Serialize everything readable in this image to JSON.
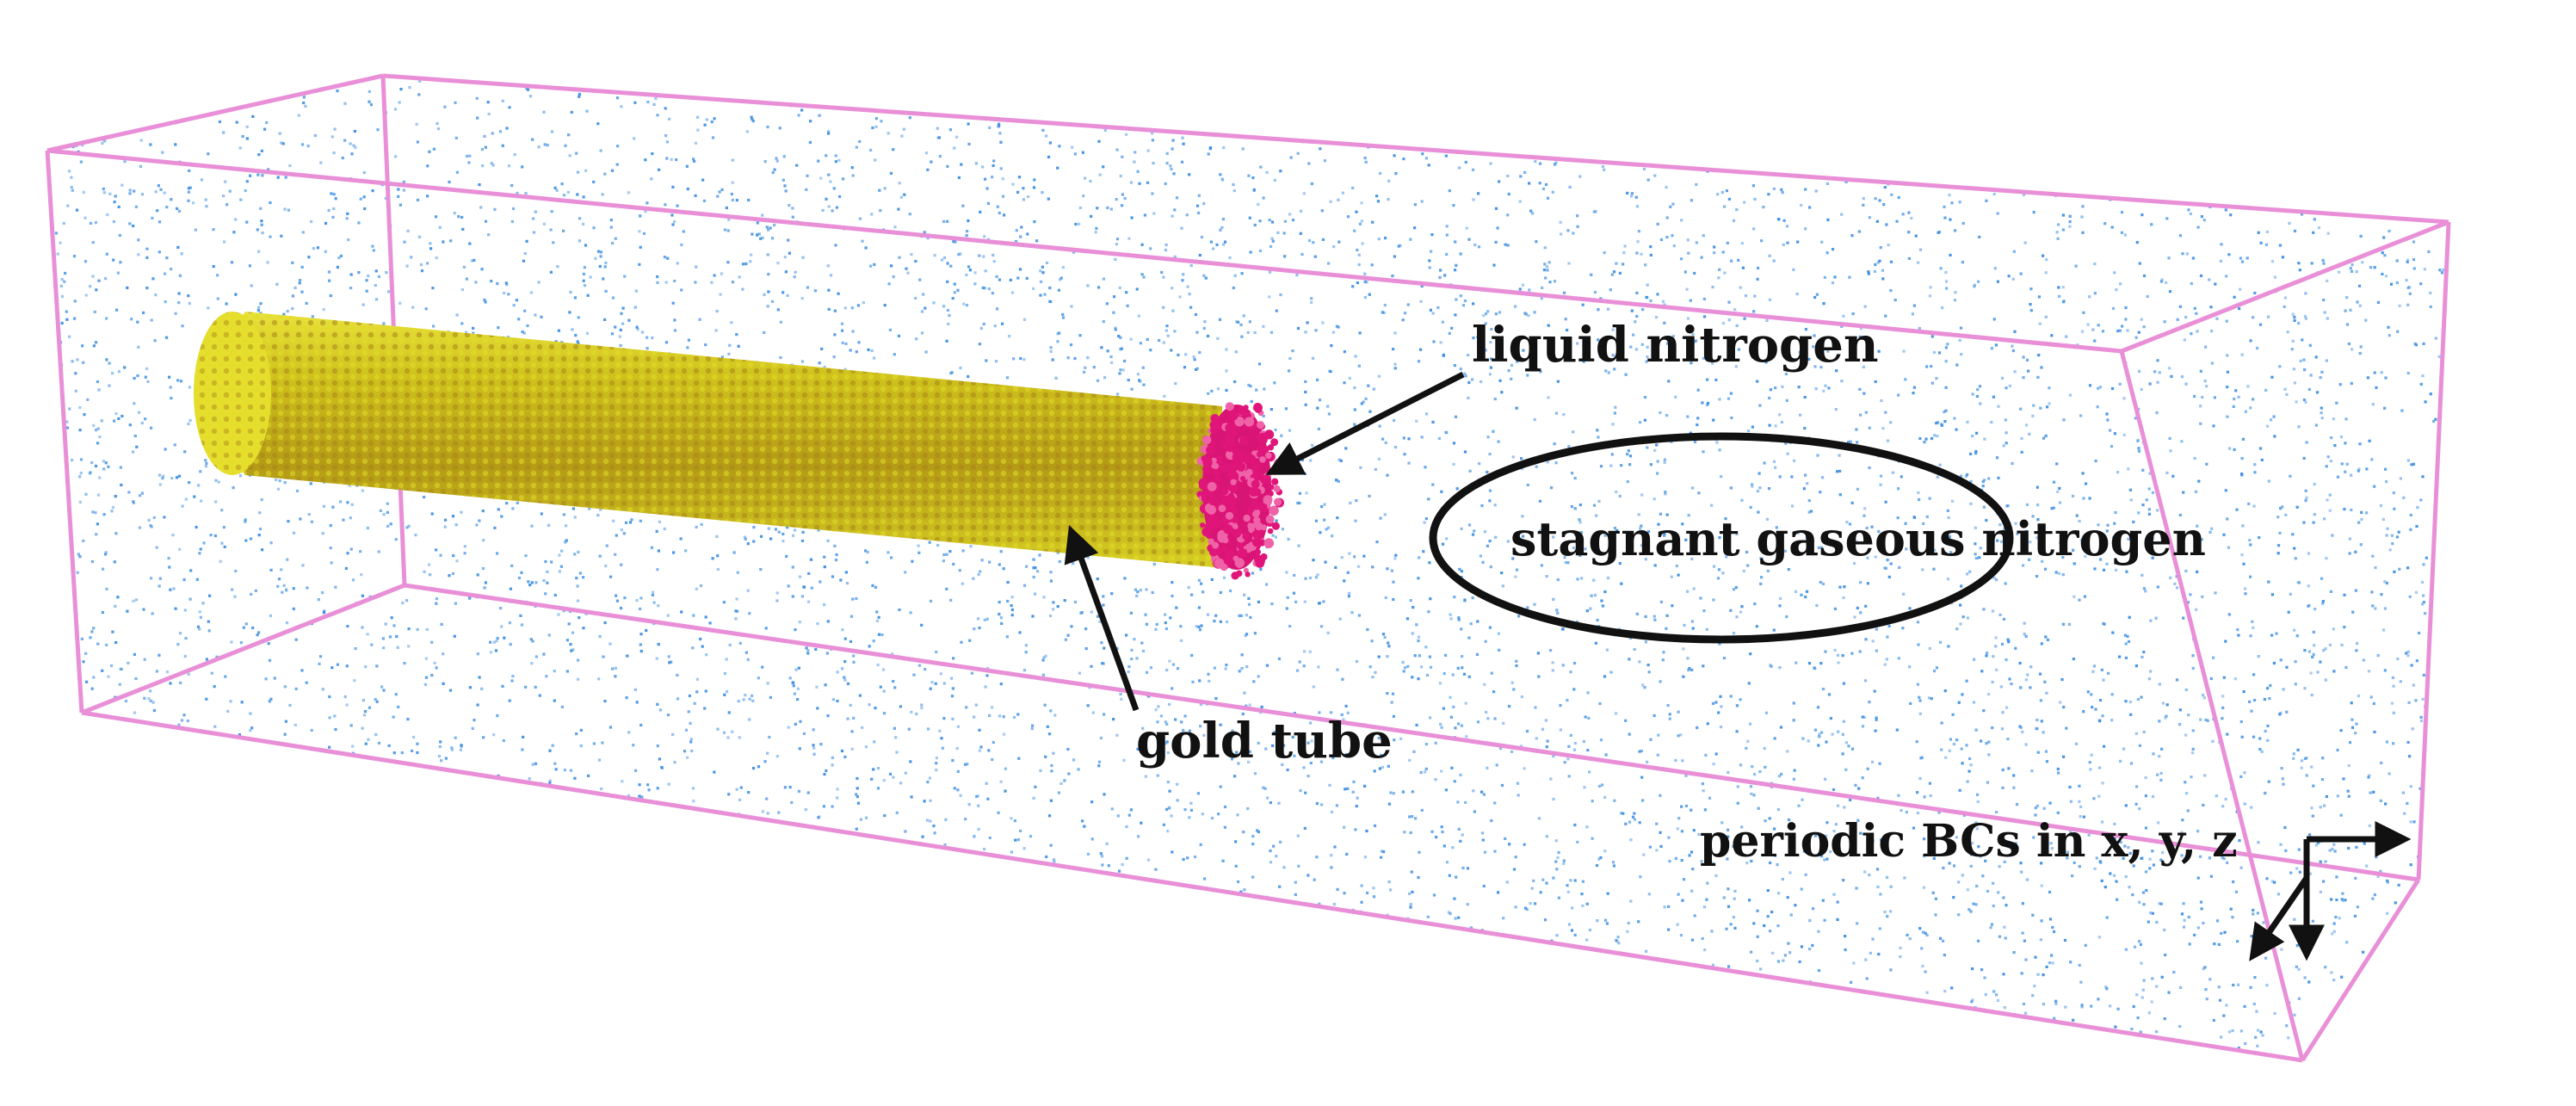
{
  "figure": {
    "background": "#ffffff",
    "box_color": "#e98fd7",
    "gas_color": "#3b8de0",
    "gold_color": "#d9d21a",
    "gold_dark_color": "#9a7a18",
    "liquid_color": "#e0157a",
    "ink_color": "#111111"
  },
  "labels": {
    "liquid_nitrogen": "liquid nitrogen",
    "stagnant_gas": "stagnant gaseous nitrogen",
    "gold_tube": "gold tube",
    "periodic_bcs": "periodic BCs in x, y, z"
  },
  "icons": {
    "axes": "coordinate-axes-icon",
    "arrow": "pointer-arrow-icon"
  }
}
